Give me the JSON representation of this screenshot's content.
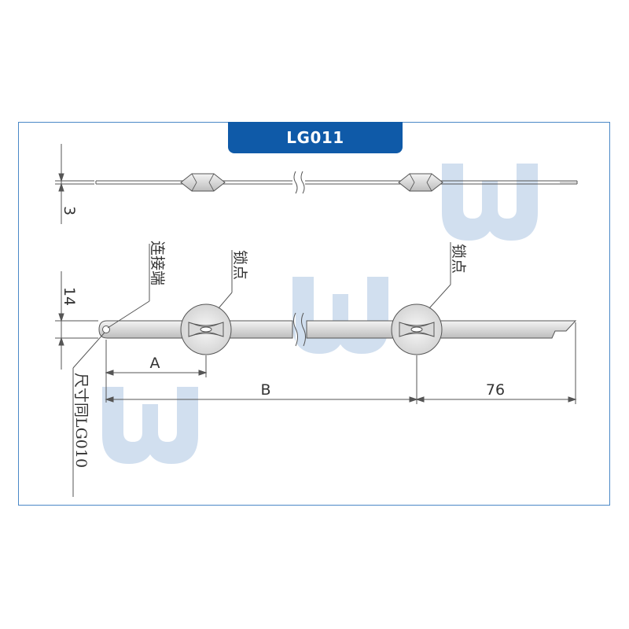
{
  "title": "LG011",
  "dimensions": {
    "thickness": "3",
    "width": "14",
    "a": "A",
    "b": "B",
    "tail": "76"
  },
  "callouts": {
    "connector_end": "连接端",
    "lock_point_left": "锁点",
    "lock_point_right": "锁点",
    "same_as": "尺寸同LG010"
  },
  "colors": {
    "frame_border": "#4a88c7",
    "title_bg": "#0f5aa8",
    "title_text": "#ffffff",
    "line": "#555555",
    "watermark": "#c9d9ec"
  },
  "watermark_letter": "W"
}
